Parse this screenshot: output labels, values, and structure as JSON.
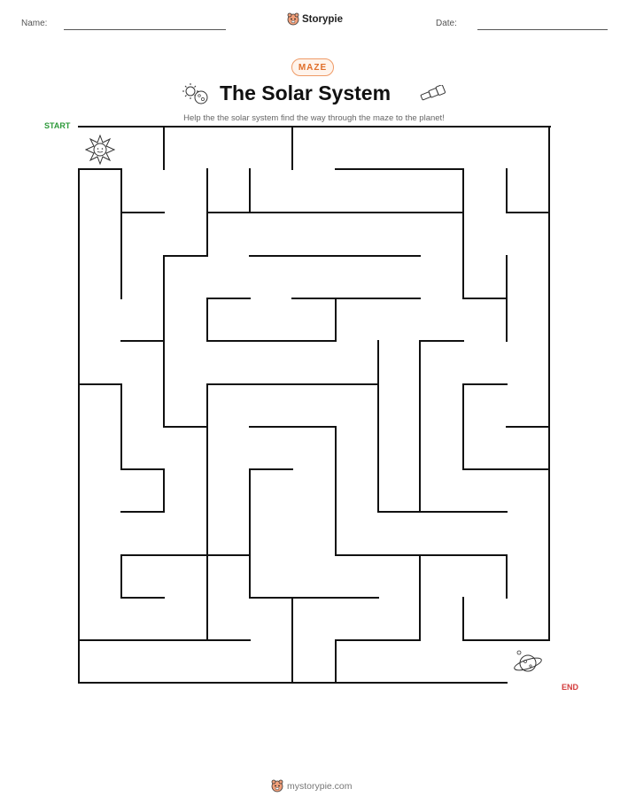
{
  "header": {
    "name_label": "Name:",
    "date_label": "Date:",
    "brand": "Storypie",
    "brand_icon": "storypie-mascot-icon"
  },
  "badge": "MAZE",
  "title": "The Solar System",
  "title_icons": [
    "sun-planet-icon",
    "telescope-icon"
  ],
  "subtitle": "Help the the solar system find the way through the maze to the planet!",
  "start_label": "START",
  "end_label": "END",
  "maze_icons": {
    "start": "sun-icon",
    "end": "planet-icon"
  },
  "colors": {
    "start": "#2d9a3a",
    "end": "#d33a3a",
    "badge": "#e06f2a",
    "walls": "#111111"
  },
  "footer": {
    "site": "mystorypie.com",
    "icon": "storypie-mascot-icon"
  }
}
